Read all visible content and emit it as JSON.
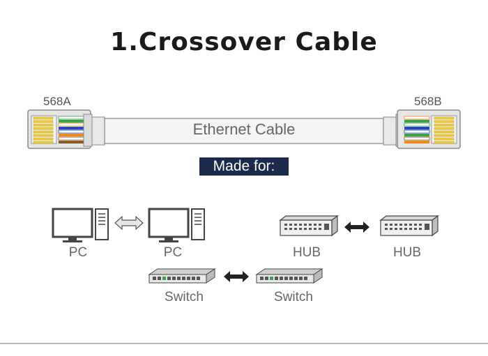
{
  "title": "1.Crossover Cable",
  "left_standard": "568A",
  "right_standard": "568B",
  "cable_label": "Ethernet Cable",
  "made_for_label": "Made for:",
  "pairs": [
    {
      "left": "PC",
      "right": "PC",
      "icon": "computer-icon"
    },
    {
      "left": "HUB",
      "right": "HUB",
      "icon": "hub-icon"
    },
    {
      "left": "Switch",
      "right": "Switch",
      "icon": "switch-icon"
    }
  ],
  "colors": {
    "title": "#1a1a1a",
    "badge_bg": "#1b2a4a",
    "arrow": "#333333",
    "device_outline": "#444444"
  }
}
